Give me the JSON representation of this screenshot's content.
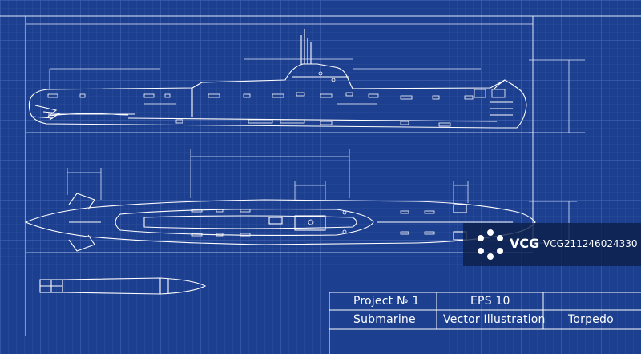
{
  "colors": {
    "background": "#1d3f8f",
    "grid_minor": "#3559a8",
    "grid_major": "#4a6cb8",
    "line": "#ffffff"
  },
  "title_block": {
    "project": "Project № 1",
    "format": "EPS 10",
    "subject": "Submarine",
    "type": "Vector Illustration",
    "part": "Torpedo"
  },
  "watermark": {
    "brand": "VCG",
    "id_text": "VCG211246024330"
  }
}
